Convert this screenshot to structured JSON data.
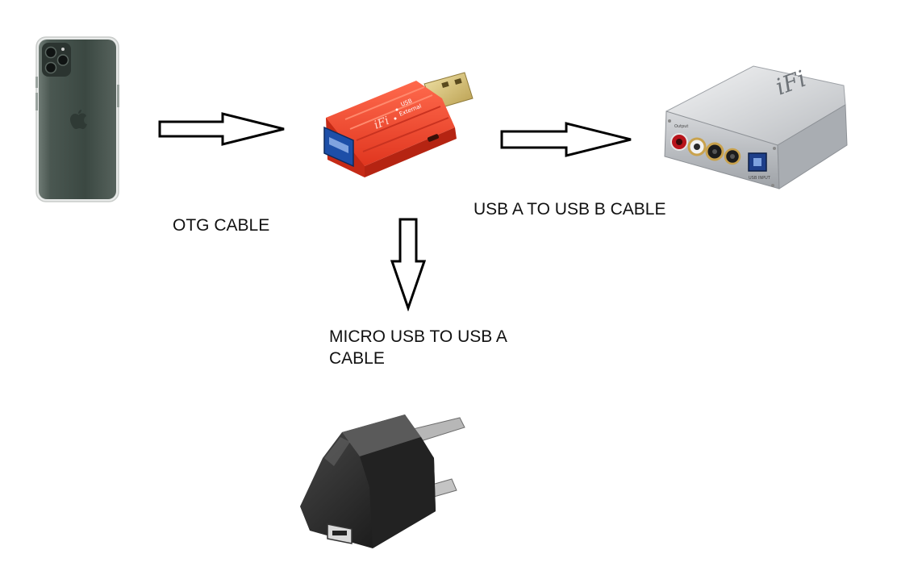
{
  "diagram": {
    "nodes": [
      {
        "id": "phone",
        "icon": "smartphone-icon"
      },
      {
        "id": "adapter",
        "icon": "usb-adapter-icon",
        "brand_mark": "iFi",
        "side_text": "External USB"
      },
      {
        "id": "dac",
        "icon": "usb-dac-icon",
        "brand_mark": "iFi"
      },
      {
        "id": "charger",
        "icon": "wall-charger-icon"
      }
    ],
    "edges": [
      {
        "from": "phone",
        "to": "adapter",
        "label": "OTG CABLE"
      },
      {
        "from": "adapter",
        "to": "dac",
        "label": "USB A TO USB B CABLE"
      },
      {
        "from": "adapter",
        "to": "charger",
        "label": "MICRO USB TO USB A CABLE"
      }
    ],
    "colors": {
      "adapter_red": "#e8402a",
      "dac_silver": "#c9ccd0",
      "phone_body": "#3d4a44",
      "charger_black": "#1b1b1b",
      "arrow_stroke": "#000000"
    }
  }
}
